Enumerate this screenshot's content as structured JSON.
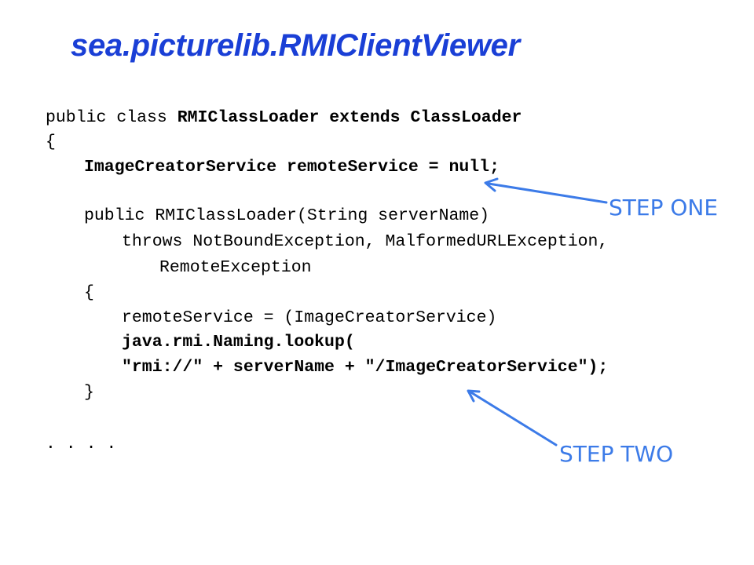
{
  "title": "sea.picturelib.RMIClientViewer",
  "code": {
    "line1": {
      "normal": "public class ",
      "bold": "RMIClassLoader extends ClassLoader"
    },
    "line2": "{",
    "line3": "ImageCreatorService remoteService = null;",
    "line4": "public RMIClassLoader(String serverName)",
    "line5": "throws NotBoundException, MalformedURLException,",
    "line6": "RemoteException",
    "line7": "{",
    "line8": "remoteService = (ImageCreatorService)",
    "line9": "java.rmi.Naming.lookup(",
    "line10": "\"rmi://\" + serverName + \"/ImageCreatorService\");",
    "line11": "}",
    "line12": ". . . ."
  },
  "annotations": {
    "step_one": "STEP ONE",
    "step_two": "STEP TWO",
    "arrow_color": "#3c7be8",
    "title_color": "#1a3fd6"
  }
}
